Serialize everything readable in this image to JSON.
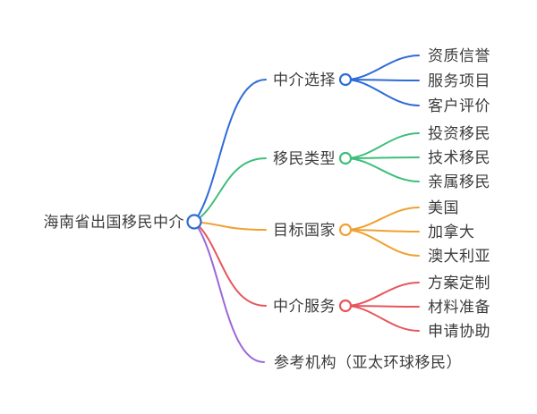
{
  "mindmap": {
    "background": "#ffffff",
    "text_color": "#3c3c3c",
    "root": {
      "label": "海南省出国移民中介",
      "color": "#2f6bd8"
    },
    "branches": [
      {
        "label": "中介选择",
        "color": "#2f6bd8",
        "children": [
          "资质信誉",
          "服务项目",
          "客户评价"
        ]
      },
      {
        "label": "移民类型",
        "color": "#3fbe7c",
        "children": [
          "投资移民",
          "技术移民",
          "亲属移民"
        ]
      },
      {
        "label": "目标国家",
        "color": "#f0a132",
        "children": [
          "美国",
          "加拿大",
          "澳大利亚"
        ]
      },
      {
        "label": "中介服务",
        "color": "#e8555c",
        "children": [
          "方案定制",
          "材料准备",
          "申请协助"
        ]
      },
      {
        "label": "参考机构（亚太环球移民）",
        "color": "#9b68d9",
        "children": []
      }
    ]
  }
}
